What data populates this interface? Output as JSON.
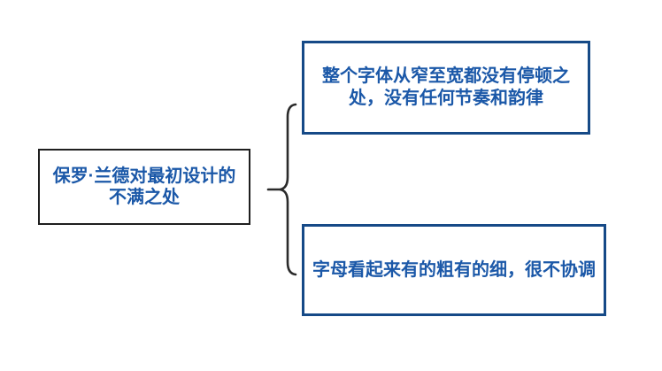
{
  "diagram": {
    "type": "concept-map",
    "root_topic": {
      "lines": [
        "保罗·兰德对最初设计的",
        "不满之处"
      ],
      "full_text": "保罗·兰德对最初设计的不满之处"
    },
    "connector": {
      "shape": "left-curly-brace"
    },
    "branches": [
      {
        "lines": [
          "整个字体从窄至宽都没有停顿之",
          "处，没有任何节奏和韵律"
        ],
        "full_text": "整个字体从窄至宽都没有停顿之处，没有任何节奏和韵律"
      },
      {
        "lines": [
          "字母看起来有的粗有的细，很不协调"
        ],
        "full_text": "字母看起来有的粗有的细，很不协调"
      }
    ],
    "colors": {
      "text_blue": "#1b58a8",
      "branch_border_blue": "#164a87",
      "root_border_black": "#1f1f1f",
      "brace_color": "#2b2b2b",
      "background": "#ffffff"
    }
  }
}
